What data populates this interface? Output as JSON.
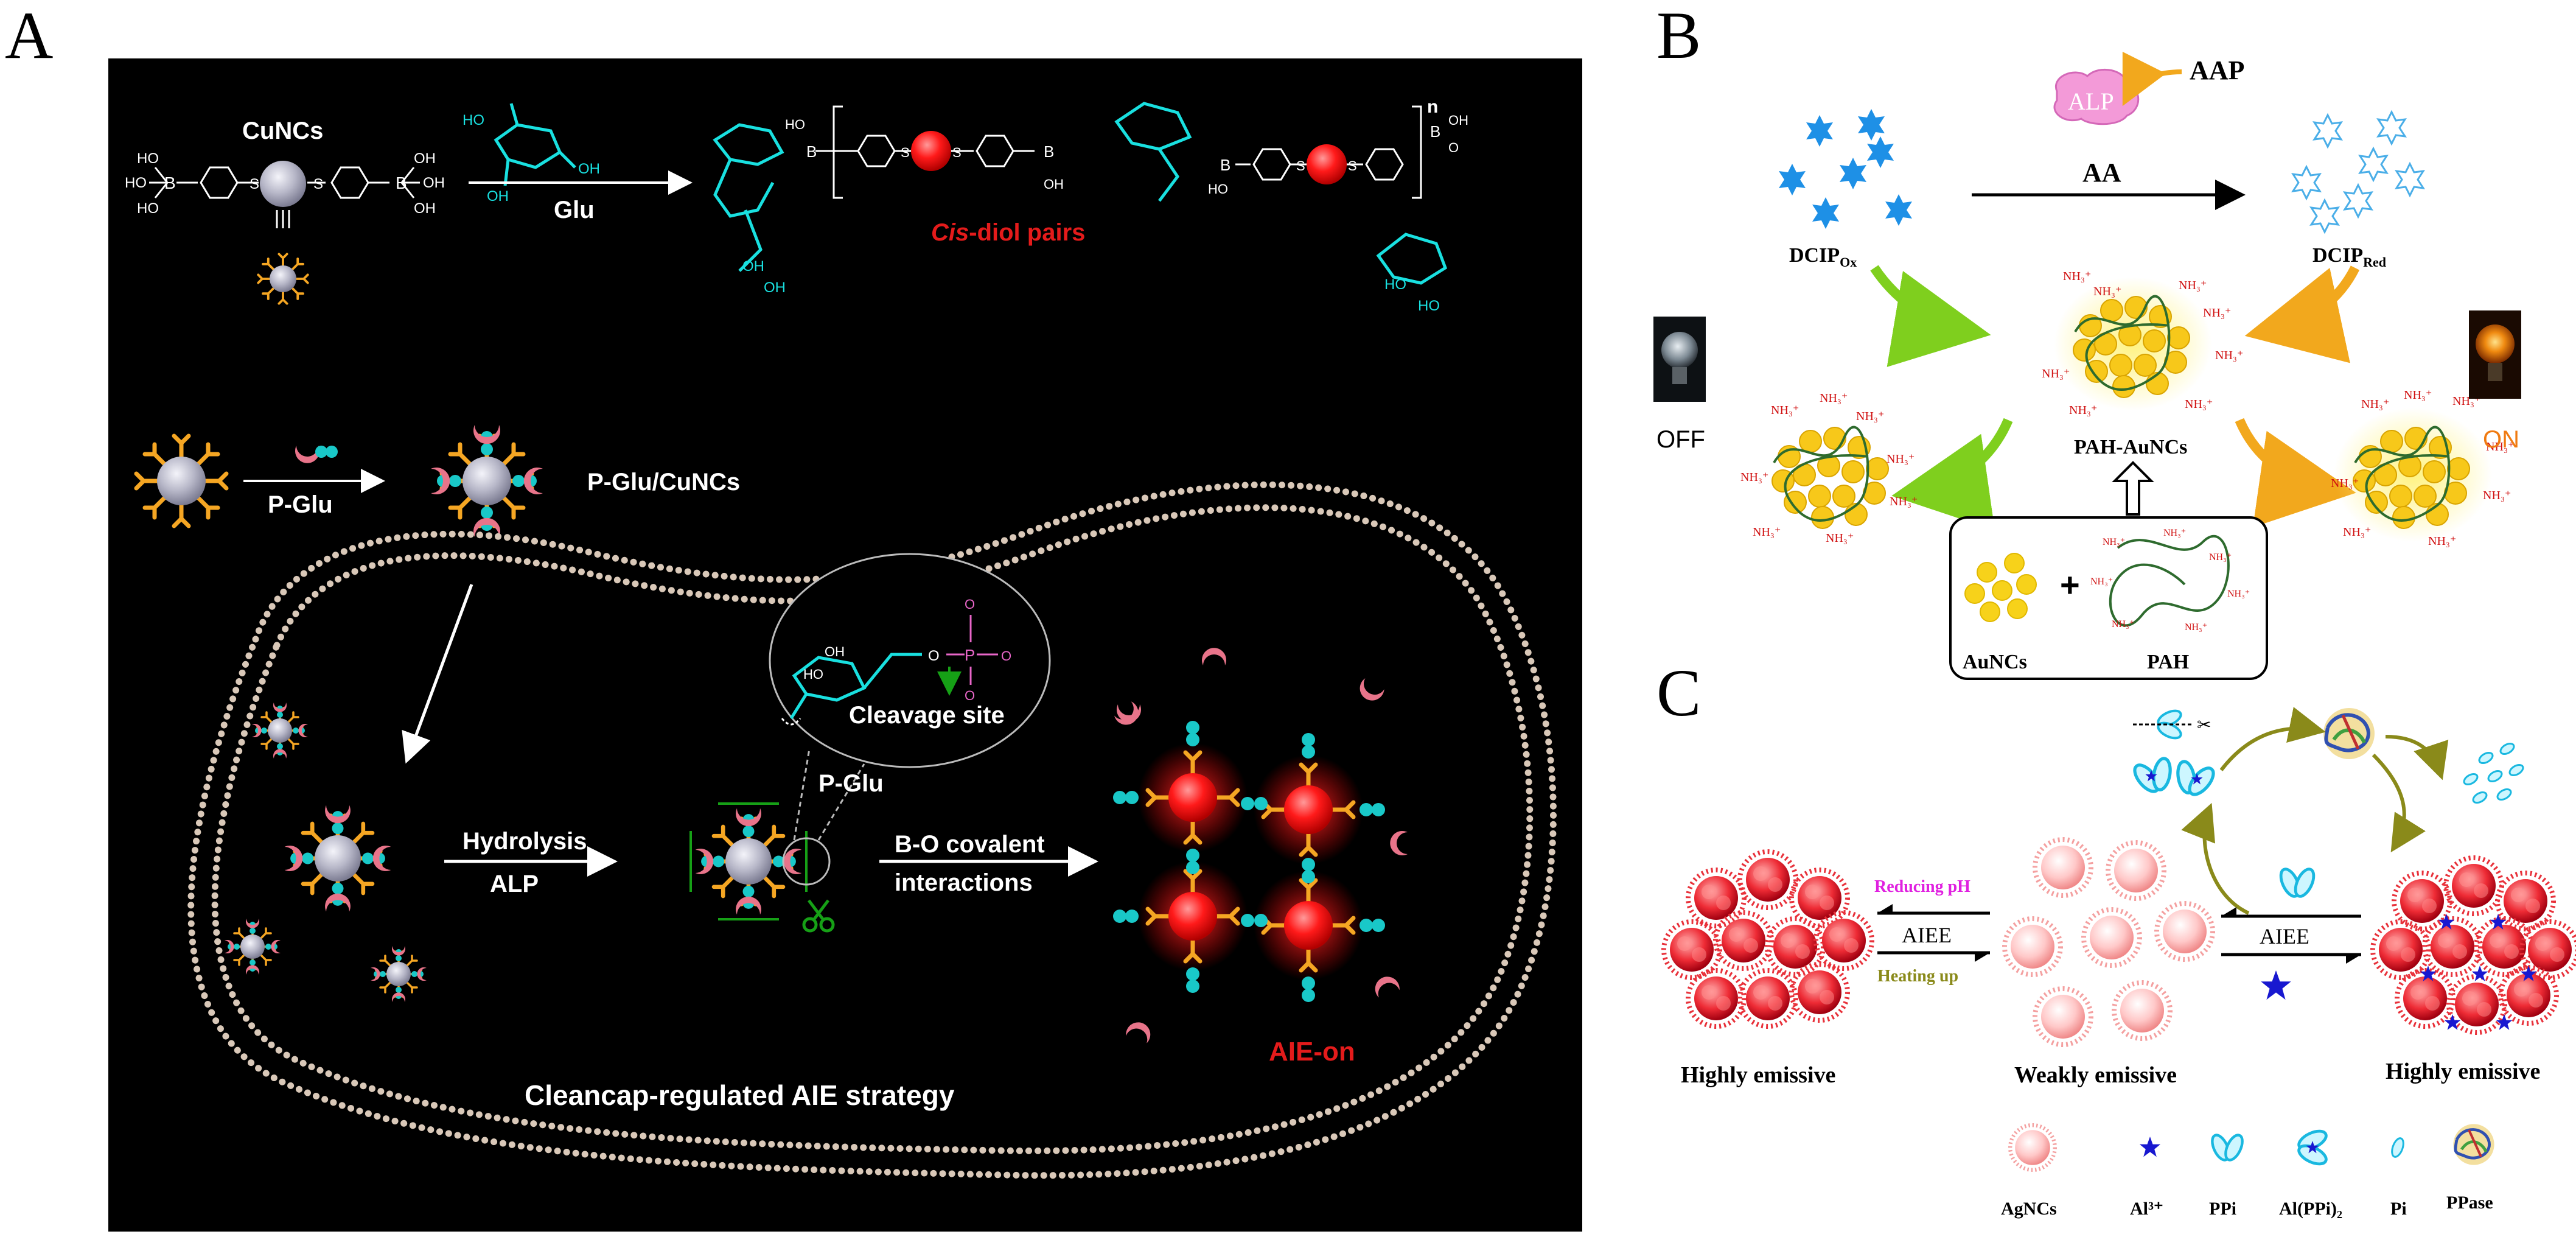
{
  "panels": {
    "a": {
      "letter": "A",
      "cu_label": "CuNCs",
      "glu_label": "Glu",
      "cisdiol_prefix": "Cis",
      "cisdiol_rest": "-diol pairs",
      "n_label": "n",
      "pglu_arrow_label": "P-Glu",
      "pglu_cu_label": "P-Glu/CuNCs",
      "cleavage_label": "Cleavage site",
      "pglu_label": "P-Glu",
      "hydrolysis_label": "Hydrolysis",
      "alp_label": "ALP",
      "bo_line1": "B-O covalent",
      "bo_line2": "interactions",
      "aie_on": "AIE-on",
      "strategy": "Cleancap-regulated AIE strategy",
      "ho": "HO",
      "oh": "OH",
      "b": "B",
      "s": "S",
      "o": "O",
      "p": "P"
    },
    "b": {
      "letter": "B",
      "aap": "AAP",
      "alp": "ALP",
      "aa": "AA",
      "dcip_ox": "DCIP",
      "dcip_ox_sub": "Ox",
      "dcip_red": "DCIP",
      "dcip_red_sub": "Red",
      "off": "OFF",
      "on": "ON",
      "pah_aunc": "PAH-AuNCs",
      "aunc": "AuNCs",
      "pah": "PAH",
      "plus": "+",
      "nh3": "NH₃⁺"
    },
    "c": {
      "letter": "C",
      "reducing_ph": "Reducing pH",
      "heating_up": "Heating up",
      "aiee_left": "AIEE",
      "aiee_right": "AIEE",
      "highly_left": "Highly emissive",
      "weakly": "Weakly emissive",
      "highly_right": "Highly emissive",
      "legend": [
        {
          "label": "AgNCs",
          "icon": "agnc-icon"
        },
        {
          "label": "Al³⁺",
          "icon": "star-icon"
        },
        {
          "label": "PPi",
          "icon": "ppi-icon"
        },
        {
          "label": "Al(PPi)₂",
          "icon": "alppi-icon"
        },
        {
          "label": "Pi",
          "icon": "pi-icon"
        },
        {
          "label": "PPase",
          "icon": "ppase-icon"
        }
      ]
    }
  },
  "colors": {
    "panel_a_bg": "#000000",
    "cyan": "#19e0e0",
    "red_text": "#e41b1b",
    "orange_ligand": "#f5a623",
    "pink_glu": "#e8748a",
    "aunc_yellow": "#f7d21a",
    "nh3_red": "#d01010",
    "green_arrow": "#7fcf1e",
    "orange_arrow": "#f2a81d",
    "star_blue": "#1e90e6",
    "agnc_red": "#e8313a",
    "olive_arrow": "#8a8a1a",
    "magenta_text": "#e020e0",
    "olive_text": "#8a8a1a",
    "al_blue": "#1818d0"
  }
}
